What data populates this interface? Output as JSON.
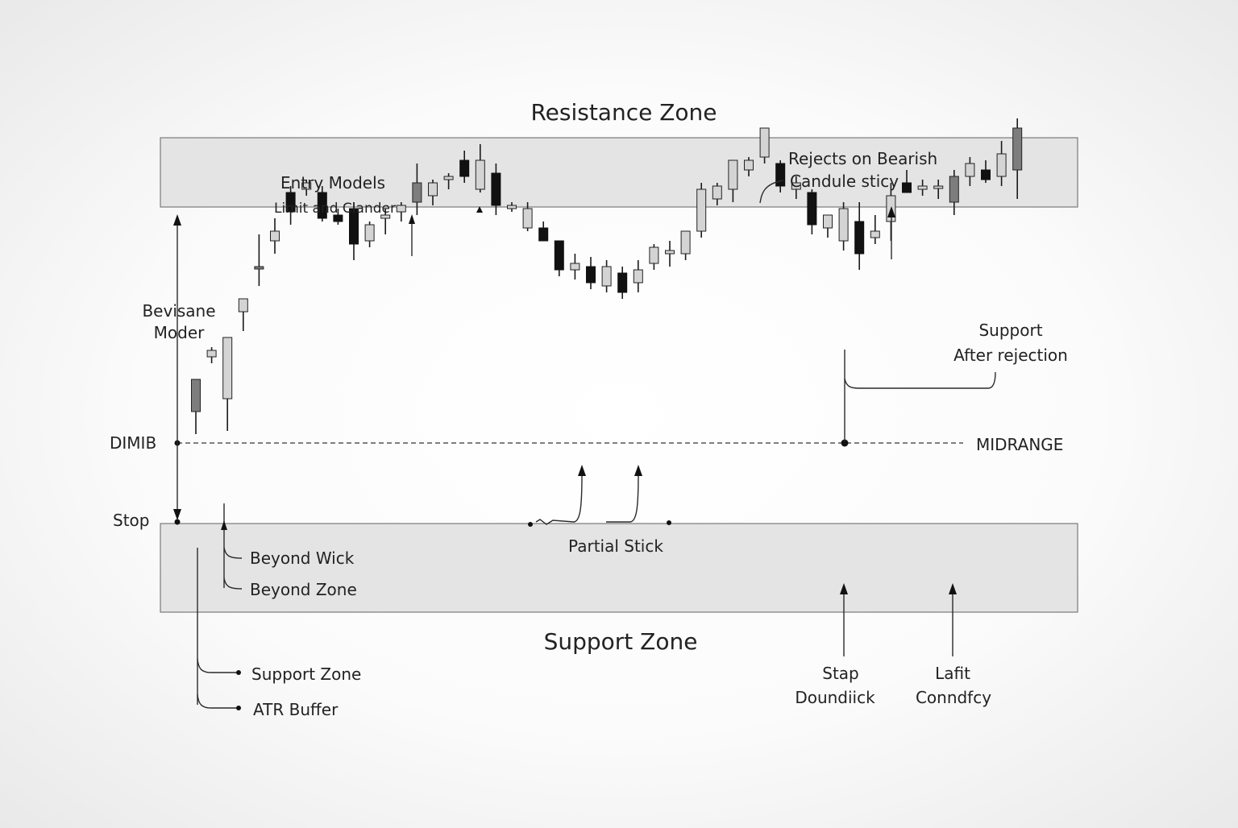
{
  "title_top": "Resistance Zone",
  "title_bottom": "Support Zone",
  "labels": {
    "entry_models_line1": "Entry Models",
    "entry_models_line2": "Limit        and Clander",
    "rejects_line1": "Rejects on Bearish",
    "rejects_line2": "Candule sticy",
    "bevisane_line1": "Bevisane",
    "bevisane_line2": "Moder",
    "dimib": "DIMIB",
    "midrange": "MIDRANGE",
    "stop": "Stop",
    "beyond_wick": "Beyond Wick",
    "beyond_zone": "Beyond Zone",
    "partial_stick": "Partial Stick",
    "support_after_line1": "Support",
    "support_after_line2": "After rejection",
    "support_zone_note": "Support Zone",
    "atr_buffer": "ATR Buffer",
    "stap_line1": "Stap",
    "stap_line2": "Doundiick",
    "lafit_line1": "Lafit",
    "lafit_line2": "Conndfcy"
  },
  "colors": {
    "zone_fill": "#e4e4e4",
    "ink": "#1a1a1a",
    "candle_dark": "#111111",
    "candle_mid": "#7d7d7d",
    "candle_light": "#d4d4d4"
  },
  "candles": [
    {
      "o": 61,
      "h": 71,
      "l": 54,
      "c": 71,
      "shade": "mid"
    },
    {
      "o": 78,
      "h": 81,
      "l": 76,
      "c": 80,
      "shade": "light"
    },
    {
      "o": 65,
      "h": 84,
      "l": 55,
      "c": 84,
      "shade": "light"
    },
    {
      "o": 92,
      "h": 96,
      "l": 86,
      "c": 96,
      "shade": "light"
    },
    {
      "o": 106,
      "h": 116,
      "l": 100,
      "c": 106,
      "shade": "mid"
    },
    {
      "o": 114,
      "h": 121,
      "l": 110,
      "c": 117,
      "shade": "light"
    },
    {
      "o": 123,
      "h": 131,
      "l": 119,
      "c": 129,
      "shade": "dark"
    },
    {
      "o": 130,
      "h": 133,
      "l": 128,
      "c": 132,
      "shade": "light"
    },
    {
      "o": 129,
      "h": 131,
      "l": 120,
      "c": 121,
      "shade": "dark"
    },
    {
      "o": 122,
      "h": 124,
      "l": 119,
      "c": 120,
      "shade": "dark"
    },
    {
      "o": 124,
      "h": 126,
      "l": 108,
      "c": 113,
      "shade": "dark"
    },
    {
      "o": 114,
      "h": 120,
      "l": 112,
      "c": 119,
      "shade": "light"
    },
    {
      "o": 121,
      "h": 124,
      "l": 116,
      "c": 122,
      "shade": "light"
    },
    {
      "o": 123,
      "h": 126,
      "l": 120,
      "c": 125,
      "shade": "light"
    },
    {
      "o": 126,
      "h": 138,
      "l": 122,
      "c": 132,
      "shade": "mid"
    },
    {
      "o": 128,
      "h": 133,
      "l": 125,
      "c": 132,
      "shade": "light"
    },
    {
      "o": 133,
      "h": 135,
      "l": 130,
      "c": 134,
      "shade": "light"
    },
    {
      "o": 139,
      "h": 142,
      "l": 132,
      "c": 134,
      "shade": "dark"
    },
    {
      "o": 130,
      "h": 144,
      "l": 129,
      "c": 139,
      "shade": "light"
    },
    {
      "o": 135,
      "h": 138,
      "l": 122,
      "c": 125,
      "shade": "dark"
    },
    {
      "o": 125,
      "h": 126,
      "l": 123,
      "c": 124,
      "shade": "light"
    },
    {
      "o": 118,
      "h": 126,
      "l": 117,
      "c": 124,
      "shade": "light"
    },
    {
      "o": 118,
      "h": 120,
      "l": 114,
      "c": 114,
      "shade": "dark"
    },
    {
      "o": 114,
      "h": 114,
      "l": 103,
      "c": 105,
      "shade": "dark"
    },
    {
      "o": 105,
      "h": 110,
      "l": 102,
      "c": 107,
      "shade": "light"
    },
    {
      "o": 106,
      "h": 109,
      "l": 99,
      "c": 101,
      "shade": "dark"
    },
    {
      "o": 100,
      "h": 108,
      "l": 98,
      "c": 106,
      "shade": "light"
    },
    {
      "o": 104,
      "h": 106,
      "l": 96,
      "c": 98,
      "shade": "dark"
    },
    {
      "o": 101,
      "h": 108,
      "l": 98,
      "c": 105,
      "shade": "light"
    },
    {
      "o": 107,
      "h": 113,
      "l": 105,
      "c": 112,
      "shade": "light"
    },
    {
      "o": 110,
      "h": 114,
      "l": 106,
      "c": 111,
      "shade": "light"
    },
    {
      "o": 110,
      "h": 117,
      "l": 108,
      "c": 117,
      "shade": "light"
    },
    {
      "o": 117,
      "h": 132,
      "l": 115,
      "c": 130,
      "shade": "light"
    },
    {
      "o": 127,
      "h": 132,
      "l": 125,
      "c": 131,
      "shade": "light"
    },
    {
      "o": 130,
      "h": 136,
      "l": 126,
      "c": 139,
      "shade": "light"
    },
    {
      "o": 136,
      "h": 140,
      "l": 134,
      "c": 139,
      "shade": "light"
    },
    {
      "o": 140,
      "h": 149,
      "l": 138,
      "c": 149,
      "shade": "light"
    },
    {
      "o": 138,
      "h": 139,
      "l": 129,
      "c": 131,
      "shade": "dark"
    },
    {
      "o": 132,
      "h": 134,
      "l": 127,
      "c": 130,
      "shade": "light"
    },
    {
      "o": 129,
      "h": 130,
      "l": 116,
      "c": 119,
      "shade": "dark"
    },
    {
      "o": 118,
      "h": 122,
      "l": 115,
      "c": 122,
      "shade": "light"
    },
    {
      "o": 114,
      "h": 126,
      "l": 111,
      "c": 124,
      "shade": "light"
    },
    {
      "o": 120,
      "h": 126,
      "l": 105,
      "c": 110,
      "shade": "dark"
    },
    {
      "o": 115,
      "h": 122,
      "l": 113,
      "c": 117,
      "shade": "light"
    },
    {
      "o": 120,
      "h": 132,
      "l": 114,
      "c": 128,
      "shade": "light"
    },
    {
      "o": 132,
      "h": 136,
      "l": 129,
      "c": 129,
      "shade": "dark"
    },
    {
      "o": 130,
      "h": 133,
      "l": 128,
      "c": 131,
      "shade": "light"
    },
    {
      "o": 131,
      "h": 133,
      "l": 127,
      "c": 131,
      "shade": "light"
    },
    {
      "o": 126,
      "h": 136,
      "l": 122,
      "c": 134,
      "shade": "mid"
    },
    {
      "o": 134,
      "h": 140,
      "l": 131,
      "c": 138,
      "shade": "light"
    },
    {
      "o": 136,
      "h": 139,
      "l": 132,
      "c": 133,
      "shade": "dark"
    },
    {
      "o": 134,
      "h": 145,
      "l": 131,
      "c": 141,
      "shade": "light"
    },
    {
      "o": 136,
      "h": 152,
      "l": 127,
      "c": 149,
      "shade": "mid"
    }
  ]
}
